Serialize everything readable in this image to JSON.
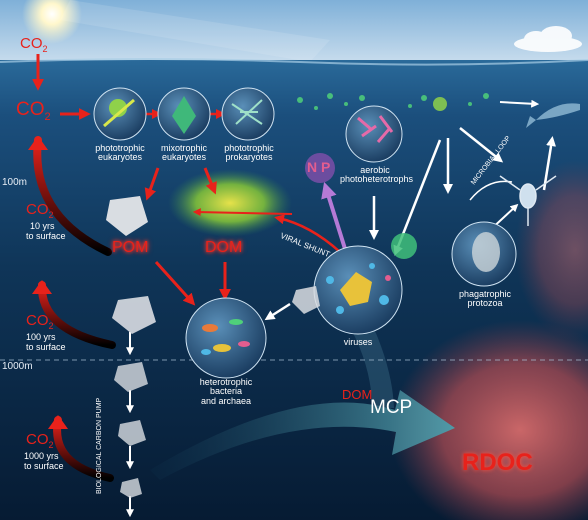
{
  "depths": {
    "shallow": "100m",
    "deep": "1000m"
  },
  "co2": {
    "atmosphere": "CO",
    "surface": "CO",
    "sub": "2"
  },
  "sequestration": [
    {
      "co2": "CO",
      "sub": "2",
      "text1": "10  yrs",
      "text2": "to surface"
    },
    {
      "co2": "CO",
      "sub": "2",
      "text1": "100 yrs",
      "text2": "to surface"
    },
    {
      "co2": "CO",
      "sub": "2",
      "text1": "1000 yrs",
      "text2": "to surface"
    }
  ],
  "phytoplankton": [
    {
      "l1": "phototrophic",
      "l2": "eukaryotes"
    },
    {
      "l1": "mixotrophic",
      "l2": "eukaryotes"
    },
    {
      "l1": "phototrophic",
      "l2": "prokaryotes"
    }
  ],
  "aerobic": {
    "l1": "aerobic",
    "l2": "photoheterotrophs"
  },
  "nutrients": "N P",
  "pom": "POM",
  "dom": "DOM",
  "dom_deep": "DOM",
  "viral_shunt": "VIRAL SHUNT",
  "microbial_loop": "MICROBIAL LOOP",
  "viruses": "viruses",
  "protozoa": {
    "l1": "phagatrophic",
    "l2": "protozoa"
  },
  "bacteria": {
    "l1": "heterotrophic",
    "l2": "bacteria",
    "l3": "and archaea"
  },
  "bcp": "BIOLOGICAL CARBON PUMP",
  "mcp": "MCP",
  "rdoc": "RDOC",
  "colors": {
    "arrow_red": "#e8221b",
    "label_red": "#e8221b",
    "ocean_deep": "#061b33",
    "mcp_arrow": "#3f7f8f",
    "rdoc_cloud": "#c85a5a"
  }
}
